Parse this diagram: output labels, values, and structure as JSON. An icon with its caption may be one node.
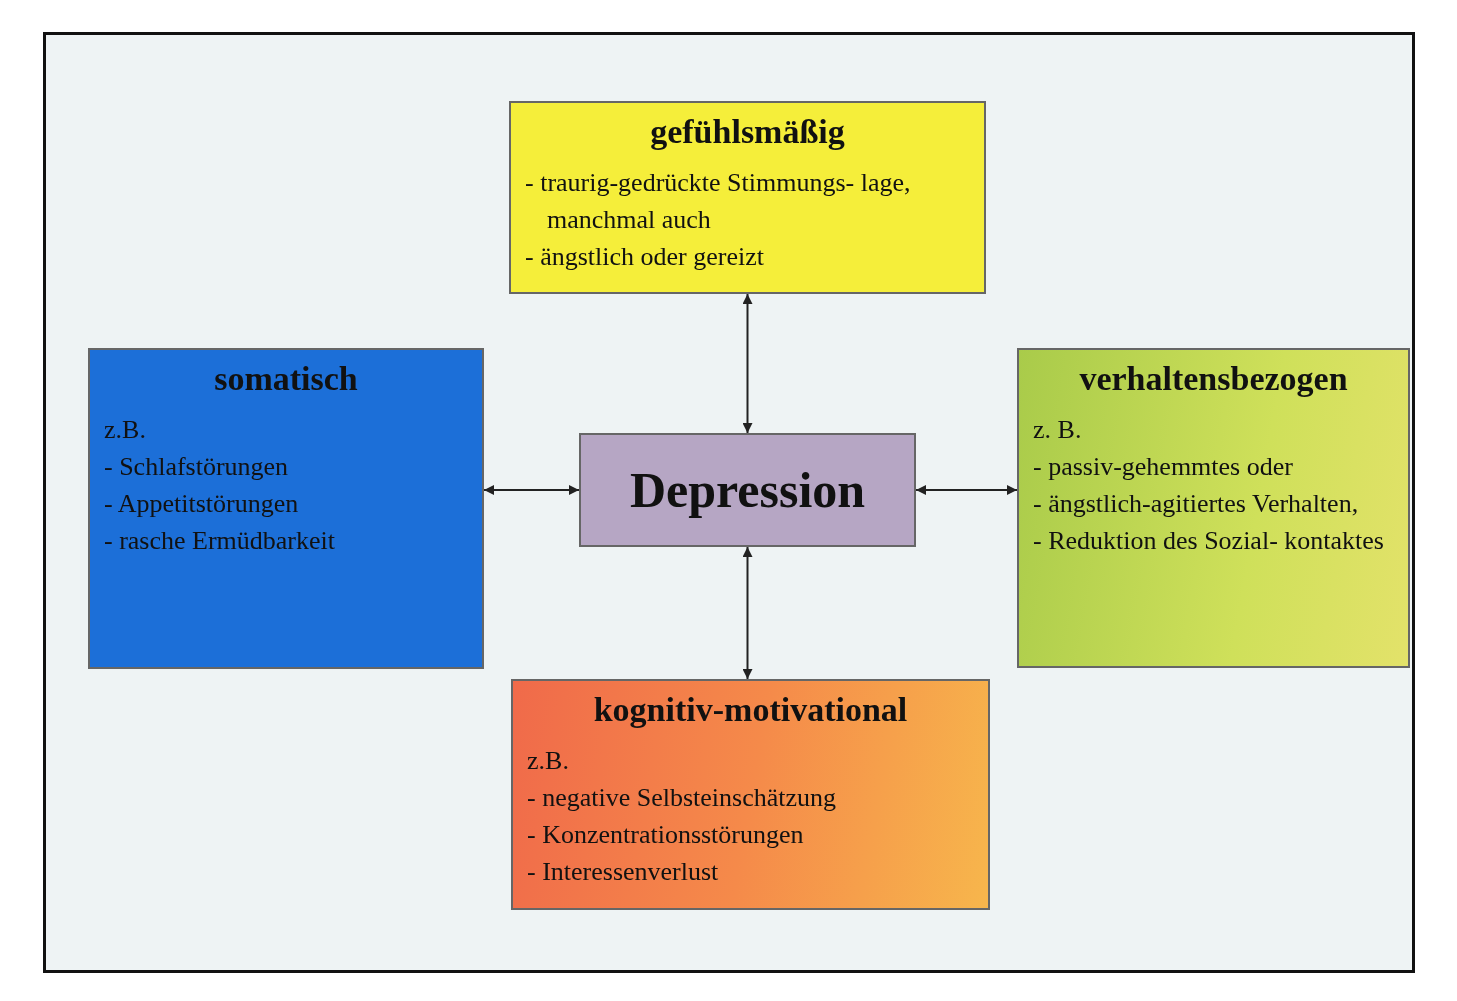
{
  "diagram": {
    "nodes": [
      {
        "text": [
          "gefühlsmäßig",
          "- traurig-gedrückte Stimmungs- lage, manchmal auch",
          "- ängstlich oder gereizt"
        ]
      },
      {
        "text": [
          "somatisch",
          "z.B.",
          "- Schlafstörungen",
          "- Appetitstörungen",
          "- rasche Ermüdbarkeit"
        ]
      },
      {
        "text": [
          "Depression"
        ]
      },
      {
        "text": [
          "verhaltensbezogen",
          "z. B.",
          "- passiv-gehemmtes oder",
          "- ängstlich-agitiertes Verhalten,",
          "- Reduktion des Sozial- kontaktes"
        ]
      },
      {
        "text": [
          "kognitiv-motivational",
          "z.B.",
          "- negative Selbsteinschätzung",
          "- Konzentrationsstörungen",
          "- Interessenverlust"
        ]
      }
    ],
    "edges": [
      {
        "from": 0,
        "to": 2,
        "arrow": "both"
      },
      {
        "from": 1,
        "to": 2,
        "arrow": "both"
      },
      {
        "from": 2,
        "to": 3,
        "arrow": "both"
      },
      {
        "from": 2,
        "to": 4,
        "arrow": "both"
      }
    ]
  }
}
